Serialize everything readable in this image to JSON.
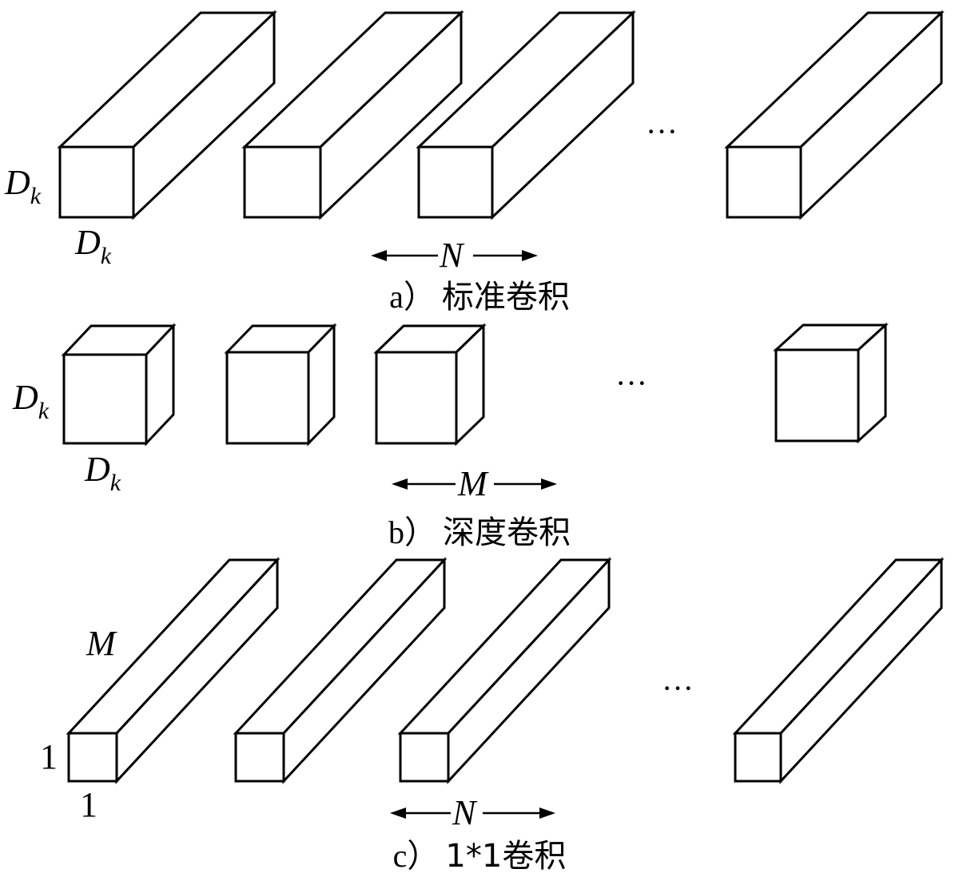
{
  "panels": [
    {
      "id": "a",
      "caption_marker": "a）",
      "caption_text": "标准卷积",
      "kernel_side_label": "D",
      "kernel_side_subscript": "k",
      "kernel_depth_label": "D",
      "kernel_depth_subscript": "k",
      "count_label": "N",
      "ellipsis": "···"
    },
    {
      "id": "b",
      "caption_marker": "b）",
      "caption_text": "深度卷积",
      "kernel_side_label": "D",
      "kernel_side_subscript": "k",
      "kernel_depth_label": "D",
      "kernel_depth_subscript": "k",
      "count_label": "M",
      "ellipsis": "···"
    },
    {
      "id": "c",
      "caption_marker": "c）",
      "caption_text": "1*1卷积",
      "kernel_height_label": "1",
      "kernel_width_label": "1",
      "kernel_depth_label": "M",
      "count_label": "N",
      "ellipsis": "···"
    }
  ]
}
